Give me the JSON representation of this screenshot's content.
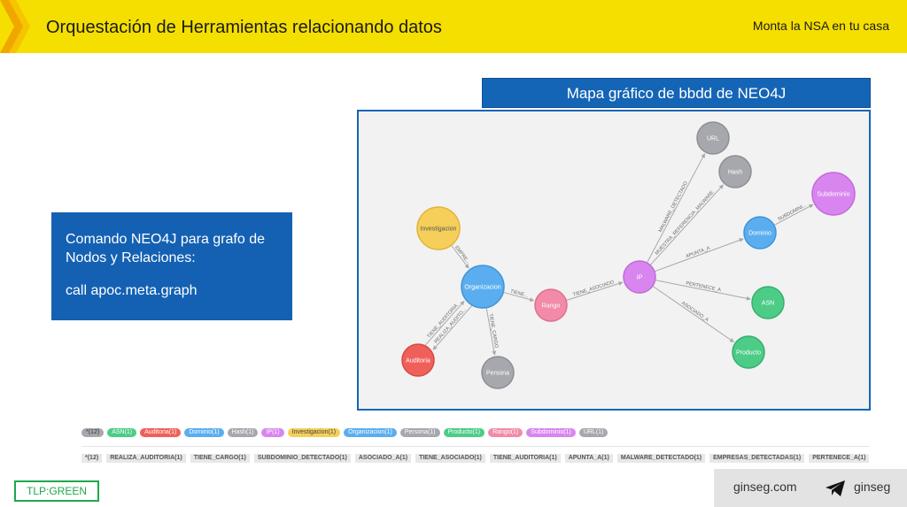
{
  "header": {
    "title": "Orquestación de Herramientas relacionando datos",
    "subtitle": "Monta la NSA en tu casa"
  },
  "graph_panel": {
    "title": "Mapa gráfico de bbdd de NEO4J"
  },
  "command_box": {
    "line1": "Comando NEO4J para grafo de Nodos y Relaciones:",
    "line2": "call apoc.meta.graph"
  },
  "colors": {
    "header_bg": "#f5df00",
    "panel_blue": "#1565b6",
    "tlp_green": "#1fa84a"
  },
  "graph": {
    "nodes": [
      {
        "id": "investigacion",
        "label": "Investigacion",
        "color": "#f5cf5a",
        "border": "#e0b43c"
      },
      {
        "id": "organizacion",
        "label": "Organizacion",
        "color": "#5aaef0",
        "border": "#3f94d6"
      },
      {
        "id": "rango",
        "label": "Rango",
        "color": "#f28aa8",
        "border": "#de6f8f"
      },
      {
        "id": "ip",
        "label": "IP",
        "color": "#d985f0",
        "border": "#c26ad9"
      },
      {
        "id": "auditoria",
        "label": "Auditoria",
        "color": "#f0605a",
        "border": "#d84842"
      },
      {
        "id": "persona",
        "label": "Persona",
        "color": "#a6a8ad",
        "border": "#8d8f94"
      },
      {
        "id": "url",
        "label": "URL",
        "color": "#a6a8ad",
        "border": "#8d8f94"
      },
      {
        "id": "hash",
        "label": "Hash",
        "color": "#a6a8ad",
        "border": "#8d8f94"
      },
      {
        "id": "subdominio",
        "label": "Subdominio",
        "color": "#d985f0",
        "border": "#c26ad9"
      },
      {
        "id": "dominio",
        "label": "Dominio",
        "color": "#5aaef0",
        "border": "#3f94d6"
      },
      {
        "id": "asn",
        "label": "ASN",
        "color": "#4ccc86",
        "border": "#35b06e"
      },
      {
        "id": "producto",
        "label": "Producto",
        "color": "#4ccc86",
        "border": "#35b06e"
      }
    ],
    "edges": [
      {
        "from": "investigacion",
        "to": "organizacion",
        "label": "EMPRE..."
      },
      {
        "from": "organizacion",
        "to": "rango",
        "label": "TIENE..."
      },
      {
        "from": "rango",
        "to": "ip",
        "label": "TIENE_ASOCIADO"
      },
      {
        "from": "organizacion",
        "to": "auditoria",
        "label": "REALIZA_AUDITO..."
      },
      {
        "from": "auditoria",
        "to": "organizacion",
        "label": "TIENE_AUDITORIA"
      },
      {
        "from": "organizacion",
        "to": "persona",
        "label": "TIENE_CARGO"
      },
      {
        "from": "ip",
        "to": "url",
        "label": "MALWARE_DETECTADO"
      },
      {
        "from": "ip",
        "to": "hash",
        "label": "MUESTRA_REFERENCIA_MALWARE"
      },
      {
        "from": "ip",
        "to": "dominio",
        "label": "APUNTA_A"
      },
      {
        "from": "dominio",
        "to": "subdominio",
        "label": "SUBDOMINI..."
      },
      {
        "from": "ip",
        "to": "asn",
        "label": "PERTENECE_A"
      },
      {
        "from": "ip",
        "to": "producto",
        "label": "ASOCIADO_A"
      }
    ]
  },
  "node_legend": [
    {
      "label": "*(12)",
      "bg": "#a6a8ad",
      "fg": "#333333"
    },
    {
      "label": "ASN(1)",
      "bg": "#4ccc86",
      "fg": "#ffffff"
    },
    {
      "label": "Auditoria(1)",
      "bg": "#f0605a",
      "fg": "#ffffff"
    },
    {
      "label": "Dominio(1)",
      "bg": "#5aaef0",
      "fg": "#ffffff"
    },
    {
      "label": "Hash(1)",
      "bg": "#a6a8ad",
      "fg": "#ffffff"
    },
    {
      "label": "IP(1)",
      "bg": "#d985f0",
      "fg": "#ffffff"
    },
    {
      "label": "Investigacion(1)",
      "bg": "#f5cf5a",
      "fg": "#444444"
    },
    {
      "label": "Organizacion(1)",
      "bg": "#5aaef0",
      "fg": "#ffffff"
    },
    {
      "label": "Persona(1)",
      "bg": "#a6a8ad",
      "fg": "#ffffff"
    },
    {
      "label": "Producto(1)",
      "bg": "#4ccc86",
      "fg": "#ffffff"
    },
    {
      "label": "Rango(1)",
      "bg": "#f28aa8",
      "fg": "#ffffff"
    },
    {
      "label": "Subdominio(1)",
      "bg": "#d985f0",
      "fg": "#ffffff"
    },
    {
      "label": "URL(1)",
      "bg": "#a6a8ad",
      "fg": "#ffffff"
    }
  ],
  "relationship_legend": [
    "*(12)",
    "REALIZA_AUDITORIA(1)",
    "TIENE_CARGO(1)",
    "SUBDOMINIO_DETECTADO(1)",
    "ASOCIADO_A(1)",
    "TIENE_ASOCIADO(1)",
    "TIENE_AUDITORIA(1)",
    "APUNTA_A(1)",
    "MALWARE_DETECTADO(1)",
    "EMPRESAS_DETECTADAS(1)",
    "PERTENECE_A(1)"
  ],
  "footer": {
    "tlp": "TLP:GREEN",
    "site": "ginseg.com",
    "handle": "ginseg",
    "telegram_icon": "telegram-icon"
  }
}
